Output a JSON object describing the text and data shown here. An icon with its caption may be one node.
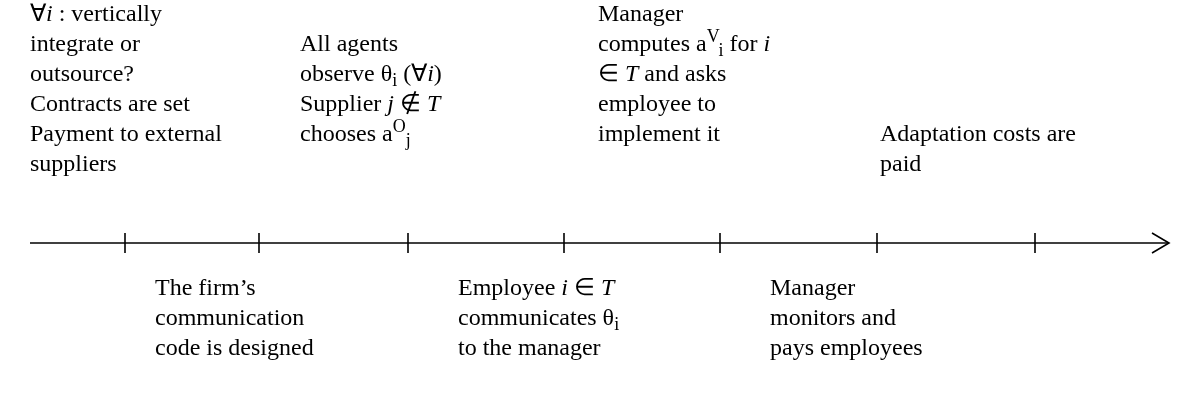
{
  "diagram": {
    "labels": [
      "∀*i* : vertically integrate or outsource?",
      "Contracts are set",
      "Payment to external suppliers",
      "All agents observe θ$_{i}$ (∀*i*)",
      "Supplier *j* ∉ *T* chooses a$^{O}$$_{j}$",
      "Manager computes a$^{V}$$_{i}$ for *i* ∈ *T* and asks employee to implement it",
      "Adaptation costs are paid",
      "The firm’s communication code is designed",
      "Employee *i* ∈ *T* communicates θ$_{i}$ to the manager",
      "Manager monitors and pays employees"
    ]
  }
}
